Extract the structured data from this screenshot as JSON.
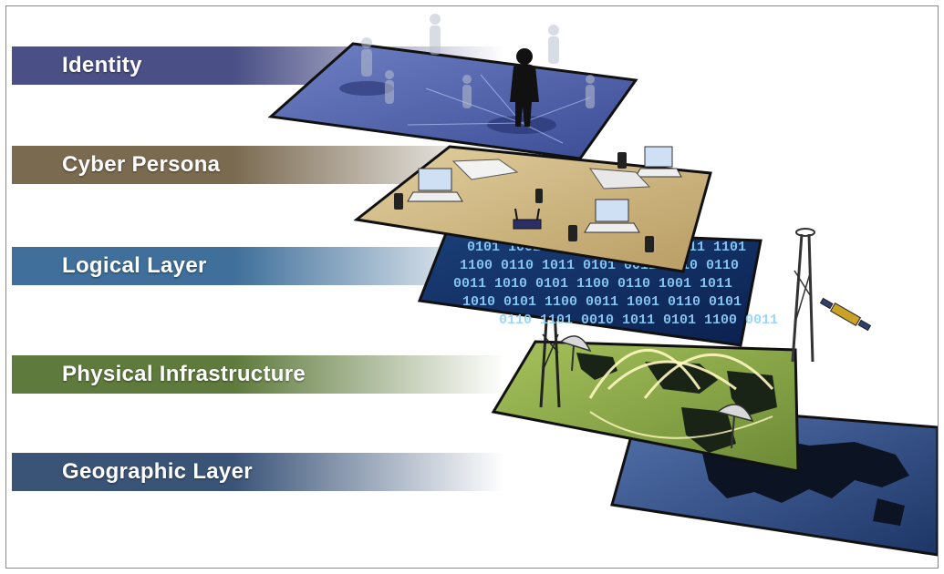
{
  "layers": [
    {
      "id": "identity",
      "label": "Identity",
      "color": "#4a4f86"
    },
    {
      "id": "cyber-persona",
      "label": "Cyber Persona",
      "color": "#7a6a50"
    },
    {
      "id": "logical",
      "label": "Logical Layer",
      "color": "#3f6f9a"
    },
    {
      "id": "physical",
      "label": "Physical Infrastructure",
      "color": "#5e7a3c"
    },
    {
      "id": "geographic",
      "label": "Geographic Layer",
      "color": "#3a5478"
    }
  ],
  "binary_rows": [
    "0101 1001 0110 1100 1010 0011 1101",
    "1100 0110 1011 0101 0011 1010 0110",
    "0011 1010 0101 1100 0110 1001 1011",
    "1010 0101 1100 0011 1001 0110 0101",
    "0110 1101 0010 1011 0101 1100 0011"
  ],
  "icons": [
    "silhouette-icon",
    "laptop-icon",
    "phone-icon",
    "router-icon",
    "printer-icon",
    "antenna-tower-icon",
    "satellite-dish-icon",
    "satellite-icon"
  ]
}
